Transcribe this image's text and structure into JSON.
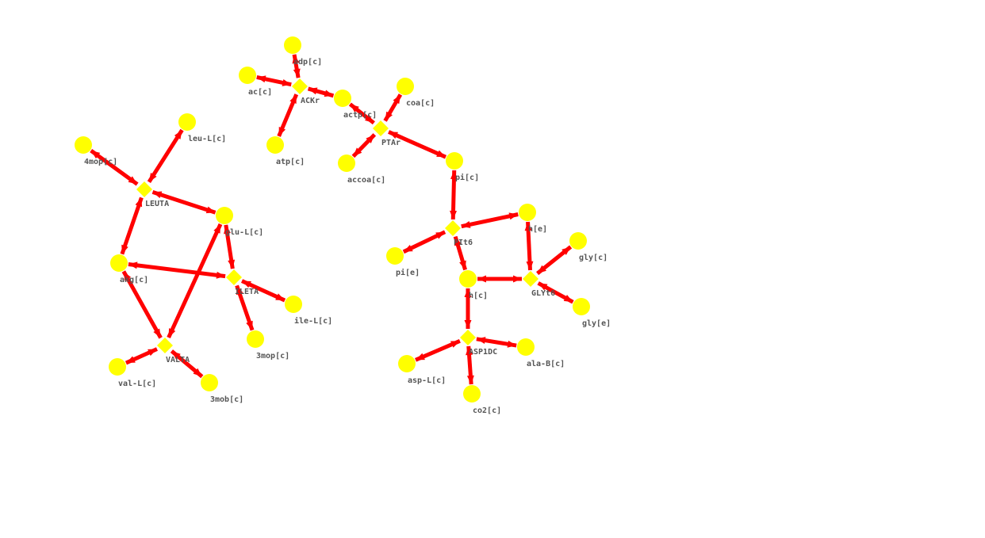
{
  "colors": {
    "node": "#ffff00",
    "edge": "#ff0000",
    "label": "#555555",
    "background": "#ffffff"
  },
  "network": {
    "reactions": [
      {
        "id": "ACKr",
        "label": "ACKr"
      },
      {
        "id": "PTAr",
        "label": "PTAr"
      },
      {
        "id": "LEUTA",
        "label": "LEUTA"
      },
      {
        "id": "ILETA",
        "label": "ILETA"
      },
      {
        "id": "VALTA",
        "label": "VALTA"
      },
      {
        "id": "PIt6",
        "label": "PIt6"
      },
      {
        "id": "GLYt6",
        "label": "GLYt6"
      },
      {
        "id": "ASP1DC",
        "label": "ASP1DC"
      }
    ],
    "metabolites": [
      {
        "id": "adp_c",
        "label": "adp[c]"
      },
      {
        "id": "ac_c",
        "label": "ac[c]"
      },
      {
        "id": "atp_c",
        "label": "atp[c]"
      },
      {
        "id": "actp_c",
        "label": "actp[c]"
      },
      {
        "id": "coa_c",
        "label": "coa[c]"
      },
      {
        "id": "accoa_c",
        "label": "accoa[c]"
      },
      {
        "id": "pi_c",
        "label": "pi[c]"
      },
      {
        "id": "leu_c",
        "label": "leu-L[c]"
      },
      {
        "id": "4mop_c",
        "label": "4mop[c]"
      },
      {
        "id": "glu_c",
        "label": "glu-L[c]"
      },
      {
        "id": "akg_c",
        "label": "akg[c]"
      },
      {
        "id": "ile_c",
        "label": "ile-L[c]"
      },
      {
        "id": "3mop_c",
        "label": "3mop[c]"
      },
      {
        "id": "val_c",
        "label": "val-L[c]"
      },
      {
        "id": "3mob_c",
        "label": "3mob[c]"
      },
      {
        "id": "h_e",
        "label": "h[e]"
      },
      {
        "id": "pi_e",
        "label": "pi[e]"
      },
      {
        "id": "h_c",
        "label": "h[c]"
      },
      {
        "id": "gly_c",
        "label": "gly[c]"
      },
      {
        "id": "gly_e",
        "label": "gly[e]"
      },
      {
        "id": "asp_c",
        "label": "asp-L[c]"
      },
      {
        "id": "alaB_c",
        "label": "ala-B[c]"
      },
      {
        "id": "co2_c",
        "label": "co2[c]"
      }
    ],
    "edges": [
      {
        "reaction": "ACKr",
        "metabolite": "adp_c"
      },
      {
        "reaction": "ACKr",
        "metabolite": "ac_c"
      },
      {
        "reaction": "ACKr",
        "metabolite": "atp_c"
      },
      {
        "reaction": "ACKr",
        "metabolite": "actp_c"
      },
      {
        "reaction": "PTAr",
        "metabolite": "actp_c"
      },
      {
        "reaction": "PTAr",
        "metabolite": "coa_c"
      },
      {
        "reaction": "PTAr",
        "metabolite": "accoa_c"
      },
      {
        "reaction": "PTAr",
        "metabolite": "pi_c"
      },
      {
        "reaction": "LEUTA",
        "metabolite": "leu_c"
      },
      {
        "reaction": "LEUTA",
        "metabolite": "4mop_c"
      },
      {
        "reaction": "LEUTA",
        "metabolite": "glu_c"
      },
      {
        "reaction": "LEUTA",
        "metabolite": "akg_c"
      },
      {
        "reaction": "ILETA",
        "metabolite": "glu_c"
      },
      {
        "reaction": "ILETA",
        "metabolite": "akg_c"
      },
      {
        "reaction": "ILETA",
        "metabolite": "ile_c"
      },
      {
        "reaction": "ILETA",
        "metabolite": "3mop_c"
      },
      {
        "reaction": "VALTA",
        "metabolite": "glu_c"
      },
      {
        "reaction": "VALTA",
        "metabolite": "akg_c"
      },
      {
        "reaction": "VALTA",
        "metabolite": "val_c"
      },
      {
        "reaction": "VALTA",
        "metabolite": "3mob_c"
      },
      {
        "reaction": "PIt6",
        "metabolite": "pi_c"
      },
      {
        "reaction": "PIt6",
        "metabolite": "h_e"
      },
      {
        "reaction": "PIt6",
        "metabolite": "pi_e"
      },
      {
        "reaction": "PIt6",
        "metabolite": "h_c"
      },
      {
        "reaction": "GLYt6",
        "metabolite": "h_e"
      },
      {
        "reaction": "GLYt6",
        "metabolite": "gly_c"
      },
      {
        "reaction": "GLYt6",
        "metabolite": "gly_e"
      },
      {
        "reaction": "GLYt6",
        "metabolite": "h_c"
      },
      {
        "reaction": "ASP1DC",
        "metabolite": "h_c"
      },
      {
        "reaction": "ASP1DC",
        "metabolite": "asp_c"
      },
      {
        "reaction": "ASP1DC",
        "metabolite": "alaB_c"
      },
      {
        "reaction": "ASP1DC",
        "metabolite": "co2_c"
      }
    ]
  }
}
